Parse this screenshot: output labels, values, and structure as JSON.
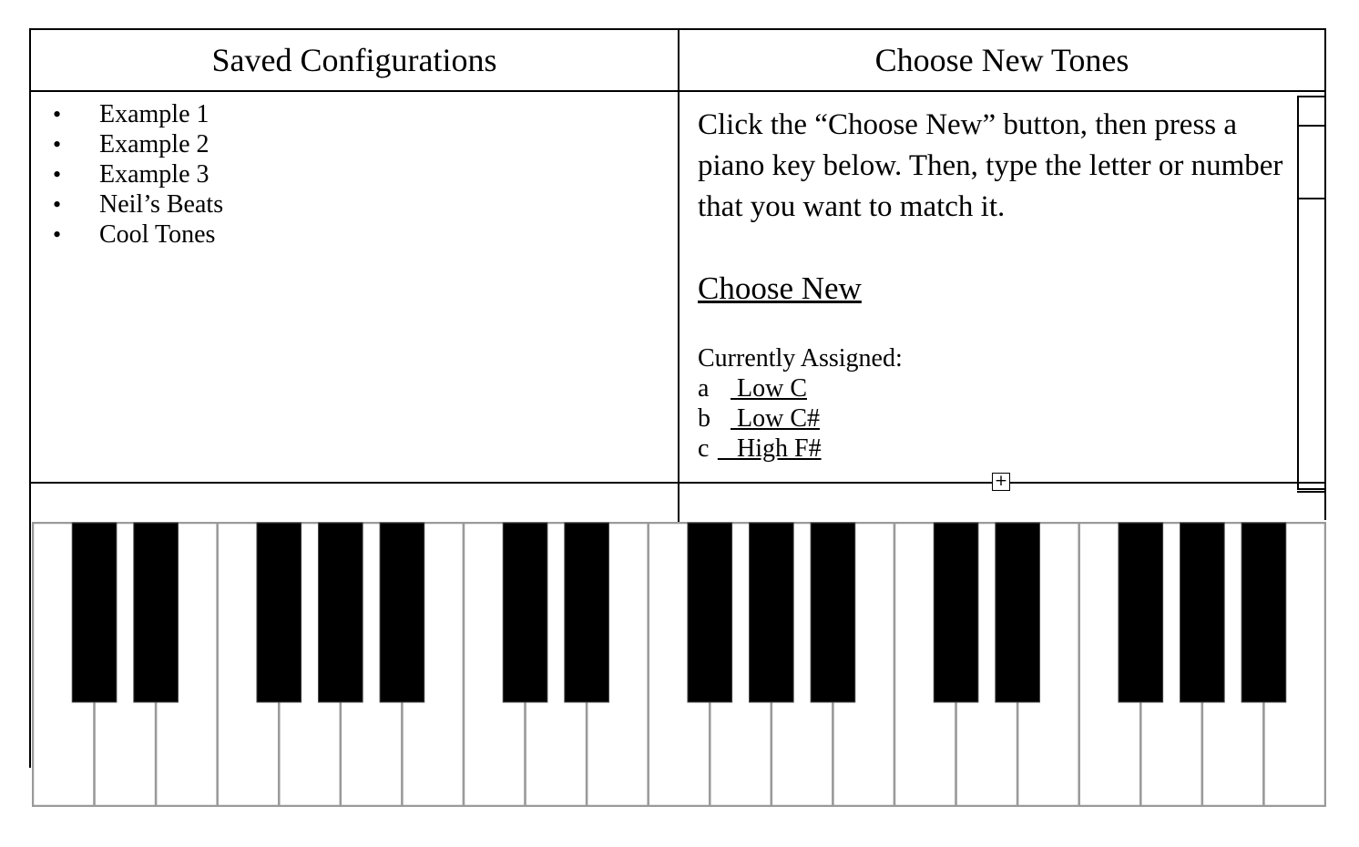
{
  "table": {
    "left_header": "Saved Configurations",
    "right_header": "Choose New Tones"
  },
  "saved_configurations": [
    "Example 1",
    "Example 2",
    "Example 3",
    "Neil’s Beats",
    "Cool Tones"
  ],
  "bullet": "•",
  "tones": {
    "instructions": "Click the “Choose New” button, then press a piano key below. Then, type the letter or number that you want to match it.",
    "choose_new_label": "Choose New",
    "currently_assigned_label": "Currently Assigned:",
    "assignments": [
      {
        "key": "a",
        "note": " Low C"
      },
      {
        "key": "b",
        "note": " Low C#"
      },
      {
        "key": "c",
        "note": "_ High F#"
      }
    ]
  },
  "table_handle_glyph": "+",
  "piano": {
    "white_key_count": 21,
    "black_key_pattern": [
      1,
      1,
      0,
      1,
      1,
      1,
      0
    ],
    "colors": {
      "white_key": "#ffffff",
      "black_key": "#000000",
      "key_border": "#9a9a9a"
    }
  }
}
